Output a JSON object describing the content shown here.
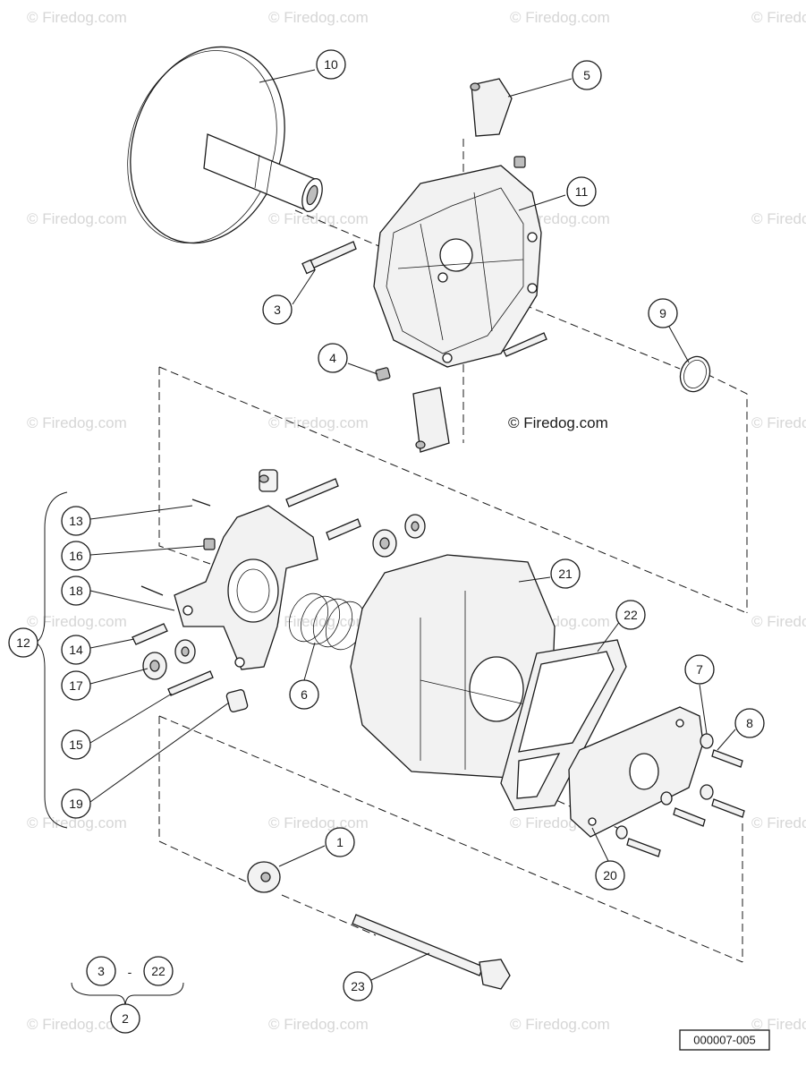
{
  "watermark": "© Firedog.com",
  "copyright_label": "© Firedog.com",
  "reference_code": "000007-005",
  "callouts": {
    "c1": "1",
    "c2": "2",
    "c3": "3",
    "c4": "4",
    "c5": "5",
    "c6": "6",
    "c7": "7",
    "c8": "8",
    "c9": "9",
    "c10": "10",
    "c11": "11",
    "c12": "12",
    "c13": "13",
    "c14": "14",
    "c15": "15",
    "c16": "16",
    "c17": "17",
    "c18": "18",
    "c19": "19",
    "c20": "20",
    "c21": "21",
    "c22": "22",
    "c23": "23",
    "range_start": "3",
    "range_dash": "-",
    "range_end": "22"
  },
  "colors": {
    "line": "#1a1a1a",
    "watermark": "#d6d6d6",
    "fill_light": "#f2f2f2"
  }
}
